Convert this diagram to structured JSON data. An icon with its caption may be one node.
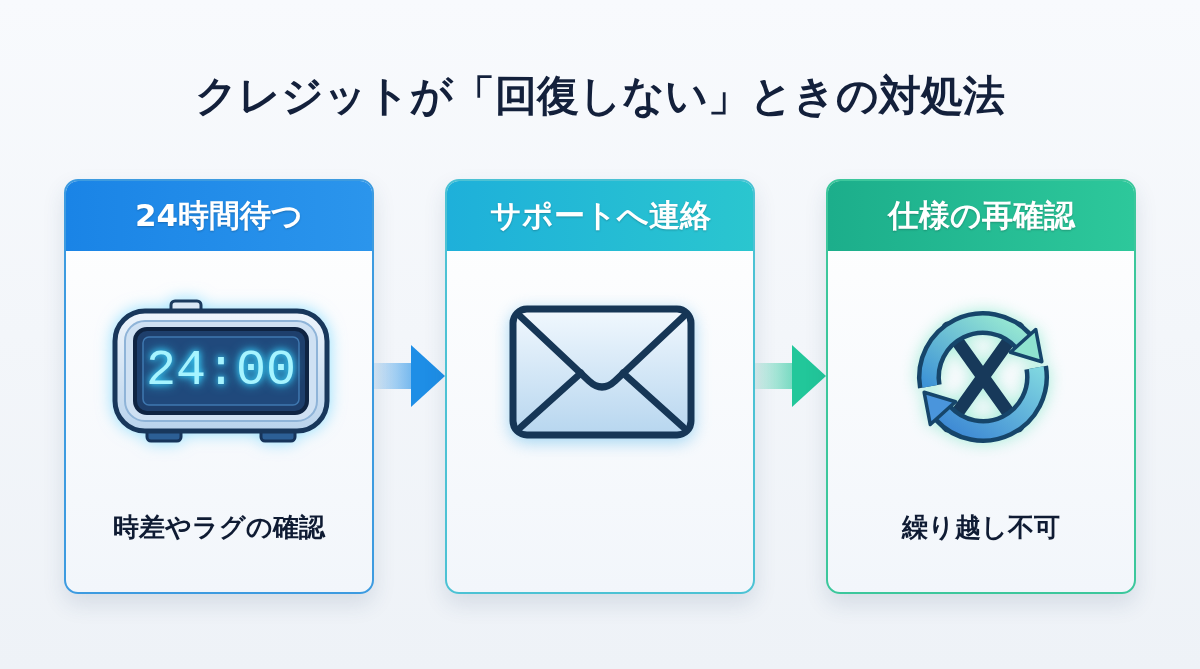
{
  "diagram": {
    "title": "クレジットが「回復しない」ときの対処法",
    "nodes": [
      {
        "text": [
          "24時間待つ",
          "時差やラグの確認"
        ]
      },
      {
        "text": [
          "サポートへ連絡"
        ]
      },
      {
        "text": [
          "仕様の再確認",
          "繰り越し不可"
        ]
      }
    ],
    "edges": [
      {
        "from": 0,
        "to": 1,
        "arrow": "to",
        "color": "#1e8ee6"
      },
      {
        "from": 1,
        "to": 2,
        "arrow": "to",
        "color": "#22c79a"
      }
    ],
    "labels": [
      "24:00"
    ]
  }
}
